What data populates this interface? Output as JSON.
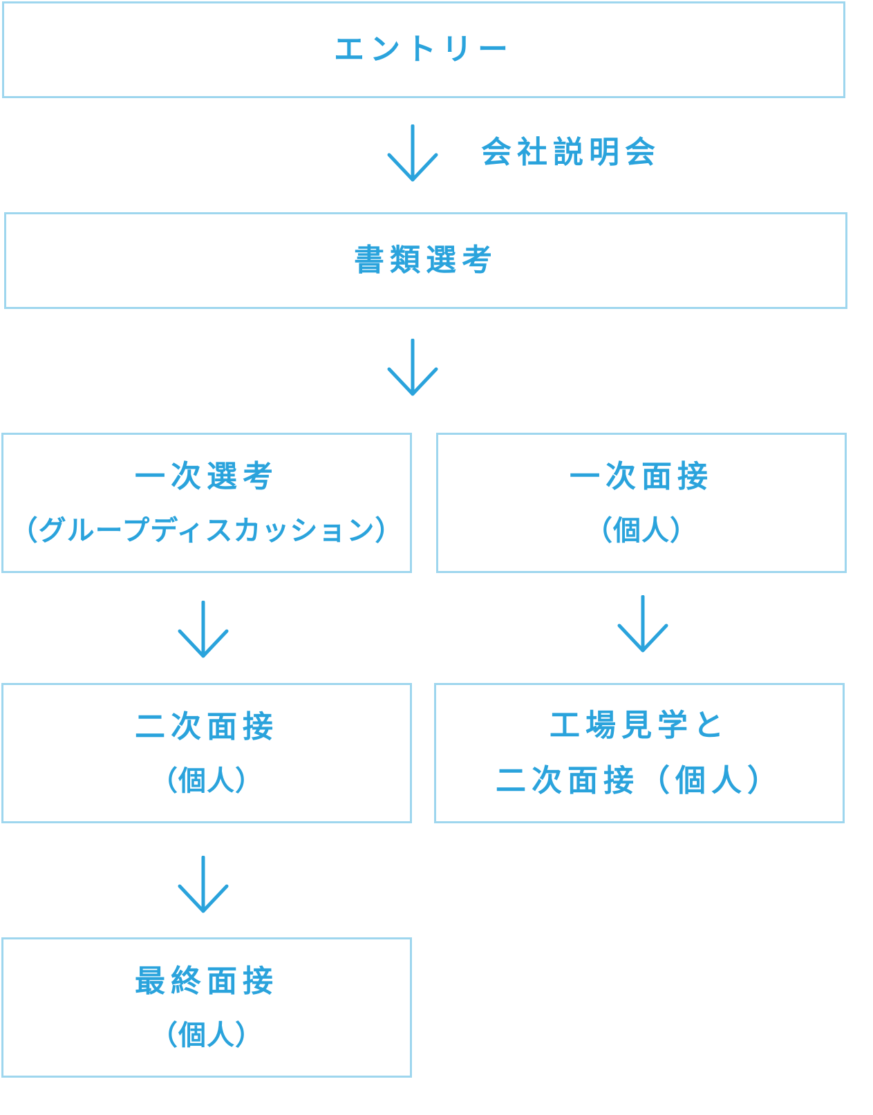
{
  "colors": {
    "accent": "#2aa3dc",
    "border": "#9ed6ee"
  },
  "entry": {
    "label": "エントリー"
  },
  "info_session": {
    "label": "会社説明会"
  },
  "document_screening": {
    "label": "書類選考"
  },
  "left_branch": {
    "first_selection": {
      "title": "一次選考",
      "subtitle": "（グループディスカッション）"
    },
    "second_interview": {
      "title": "二次面接",
      "subtitle": "（個人）"
    },
    "final_interview": {
      "title": "最終面接",
      "subtitle": "（個人）"
    }
  },
  "right_branch": {
    "first_interview": {
      "title": "一次面接",
      "subtitle": "（個人）"
    },
    "factory_tour": {
      "title": "工場見学と",
      "subtitle": "二次面接（個人）"
    }
  },
  "icons": {
    "arrow": "arrow-down-icon"
  }
}
